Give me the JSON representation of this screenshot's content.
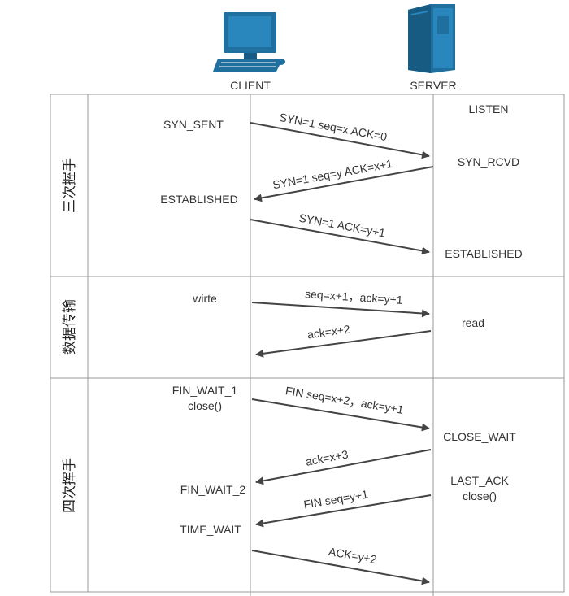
{
  "actors": {
    "client": {
      "label": "CLIENT",
      "icon": "desktop-computer-icon"
    },
    "server": {
      "label": "SERVER",
      "icon": "server-tower-icon"
    }
  },
  "colors": {
    "icon_fill": "#1f6f9f",
    "icon_dark": "#175a82",
    "line": "#999999",
    "arrow": "#444444"
  },
  "sections": [
    {
      "title": "三次握手",
      "client_states": [
        "SYN_SENT",
        "ESTABLISHED"
      ],
      "server_states": [
        "LISTEN",
        "SYN_RCVD",
        "ESTABLISHED"
      ],
      "messages": [
        "SYN=1 seq=x ACK=0",
        "SYN=1 seq=y ACK=x+1",
        "SYN=1 ACK=y+1"
      ]
    },
    {
      "title": "数据传输",
      "client_states": [
        "wirte"
      ],
      "server_states": [
        "read"
      ],
      "messages": [
        "seq=x+1，ack=y+1",
        "ack=x+2"
      ]
    },
    {
      "title": "四次挥手",
      "client_states": [
        "FIN_WAIT_1",
        "close()",
        "FIN_WAIT_2",
        "TIME_WAIT"
      ],
      "server_states": [
        "CLOSE_WAIT",
        "LAST_ACK",
        "close()"
      ],
      "messages": [
        "FIN seq=x+2，ack=y+1",
        "ack=x+3",
        "FIN seq=y+1",
        "ACK=y+2"
      ]
    }
  ]
}
